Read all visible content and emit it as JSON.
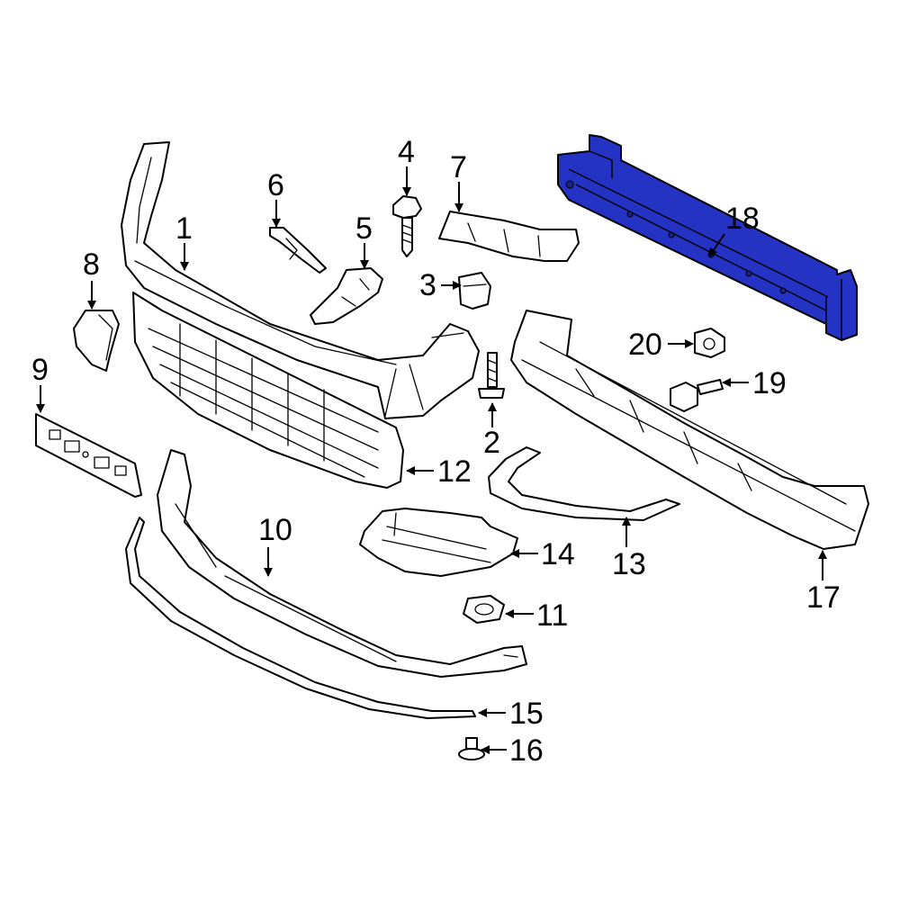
{
  "highlight_color": "#2433c4",
  "callouts": [
    {
      "id": "1",
      "text": "1"
    },
    {
      "id": "2",
      "text": "2"
    },
    {
      "id": "3",
      "text": "3"
    },
    {
      "id": "4",
      "text": "4"
    },
    {
      "id": "5",
      "text": "5"
    },
    {
      "id": "6",
      "text": "6"
    },
    {
      "id": "7",
      "text": "7"
    },
    {
      "id": "8",
      "text": "8"
    },
    {
      "id": "9",
      "text": "9"
    },
    {
      "id": "10",
      "text": "10"
    },
    {
      "id": "11",
      "text": "11"
    },
    {
      "id": "12",
      "text": "12"
    },
    {
      "id": "13",
      "text": "13"
    },
    {
      "id": "14",
      "text": "14"
    },
    {
      "id": "15",
      "text": "15"
    },
    {
      "id": "16",
      "text": "16"
    },
    {
      "id": "17",
      "text": "17"
    },
    {
      "id": "18",
      "text": "18"
    },
    {
      "id": "19",
      "text": "19"
    },
    {
      "id": "20",
      "text": "20"
    }
  ]
}
